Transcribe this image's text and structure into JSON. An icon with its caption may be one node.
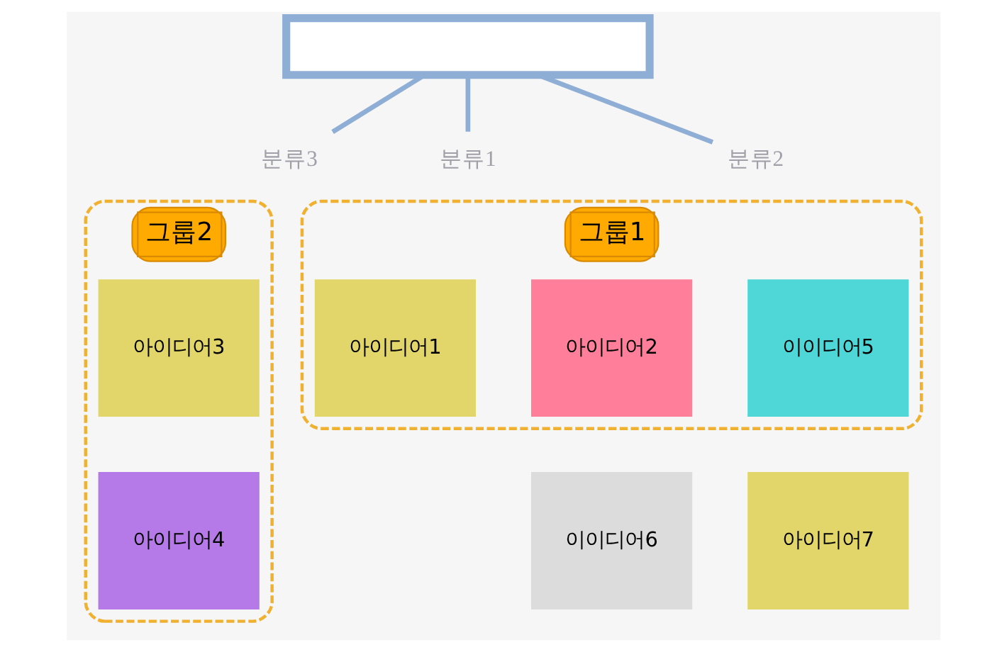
{
  "diagram": {
    "nodes": [
      {
        "text": [],
        "shape": "box"
      },
      {
        "text": [
          "분류1"
        ]
      },
      {
        "text": [
          "분류2"
        ]
      },
      {
        "text": [
          "분류3"
        ]
      },
      {
        "text": [
          "그룹1"
        ]
      },
      {
        "text": [
          "아이디어1"
        ],
        "in": 4
      },
      {
        "text": [
          "아이디어2"
        ],
        "in": 4
      },
      {
        "text": [
          "이이디어5"
        ],
        "in": 4
      },
      {
        "text": [
          "그룹2"
        ]
      },
      {
        "text": [
          "아이디어3"
        ],
        "in": 8
      },
      {
        "text": [
          "아이디어4"
        ],
        "in": 8
      },
      {
        "text": [
          "이이디어6"
        ]
      },
      {
        "text": [
          "아이디어7"
        ]
      }
    ],
    "edges": [
      {
        "from": 0,
        "to": 1,
        "arrow": "none"
      },
      {
        "from": 0,
        "to": 2,
        "arrow": "none"
      },
      {
        "from": 0,
        "to": 3,
        "arrow": "none"
      }
    ]
  }
}
